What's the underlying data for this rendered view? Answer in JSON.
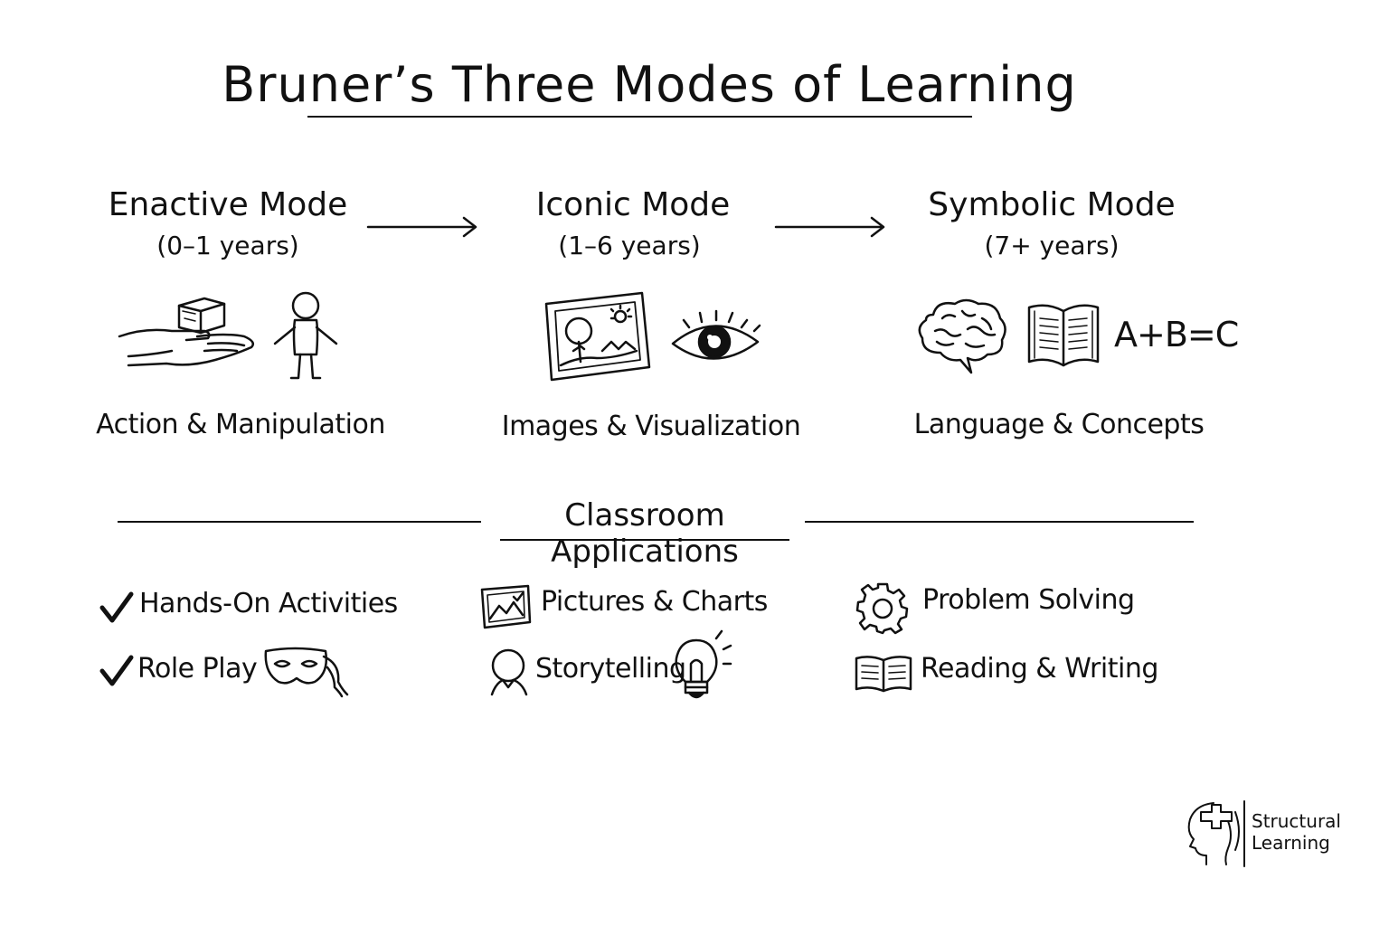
{
  "title": "Bruner’s Three Modes of Learning",
  "modes": [
    {
      "name": "Enactive Mode",
      "age": "(0–1 years)",
      "description": "Action & Manipulation",
      "icons": [
        "hand-with-block-icon",
        "stick-figure-icon"
      ]
    },
    {
      "name": "Iconic Mode",
      "age": "(1–6 years)",
      "description": "Images & Visualization",
      "icons": [
        "picture-frame-icon",
        "eye-icon"
      ]
    },
    {
      "name": "Symbolic Mode",
      "age": "(7+ years)",
      "description": "Language & Concepts",
      "icons": [
        "brain-icon",
        "open-book-icon"
      ],
      "formula": "A+B=C"
    }
  ],
  "applications": {
    "heading": "Classroom Applications",
    "columns": [
      [
        {
          "label": "Hands-On Activities",
          "icon": "checkmark-icon"
        },
        {
          "label": "Role Play",
          "icon": "checkmark-icon",
          "trailing_icon": "theater-mask-icon"
        }
      ],
      [
        {
          "label": "Pictures & Charts",
          "icon": "picture-chart-icon"
        },
        {
          "label": "Storytelling",
          "icon": "person-head-icon",
          "trailing_icon": "lightbulb-icon"
        }
      ],
      [
        {
          "label": "Problem Solving",
          "icon": "gear-icon"
        },
        {
          "label": "Reading & Writing",
          "icon": "open-book-icon"
        }
      ]
    ]
  },
  "logo": {
    "line1": "Structural",
    "line2": "Learning",
    "icon": "head-puzzle-icon"
  },
  "colors": {
    "ink": "#111111",
    "background": "#ffffff"
  }
}
